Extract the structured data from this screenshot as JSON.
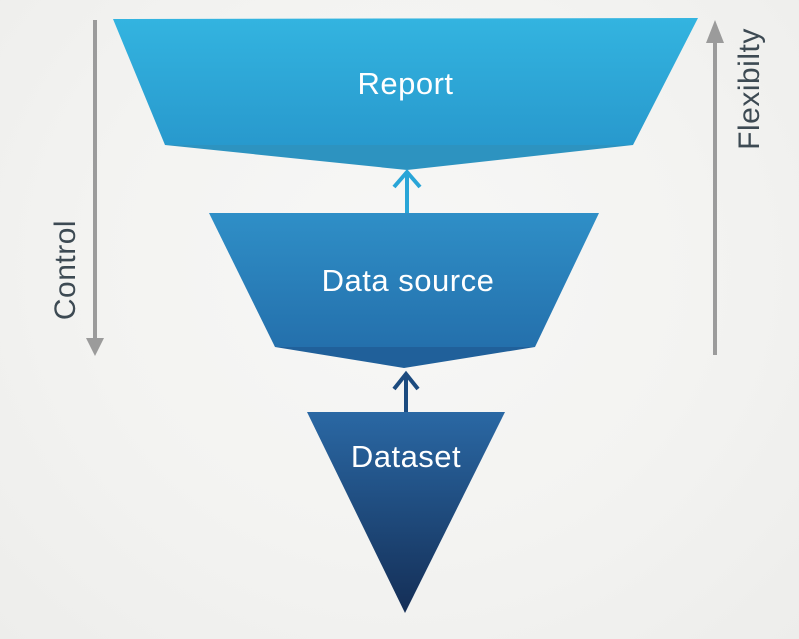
{
  "funnel": {
    "levels": [
      {
        "label": "Report"
      },
      {
        "label": "Data source"
      },
      {
        "label": "Dataset"
      }
    ]
  },
  "axes": {
    "left": {
      "label": "Control",
      "direction": "down"
    },
    "right": {
      "label": "Flexibilty",
      "direction": "up"
    }
  },
  "colors": {
    "background": "#f3f3f1",
    "report_top": "#33b4e0",
    "report_bottom": "#2899cd",
    "report_wedge": "#2d93c0",
    "datasource_top": "#2f8fc7",
    "datasource_bottom": "#2470ac",
    "datasource_wedge": "#20609a",
    "dataset_top": "#2a68a4",
    "dataset_bottom": "#142e56",
    "arrow_cyan": "#29a5d7",
    "arrow_navy": "#1c4b7f",
    "arrow_gray": "#9b9b9b",
    "side_label_text": "#3d4a53",
    "level_label_text": "#ffffff"
  }
}
